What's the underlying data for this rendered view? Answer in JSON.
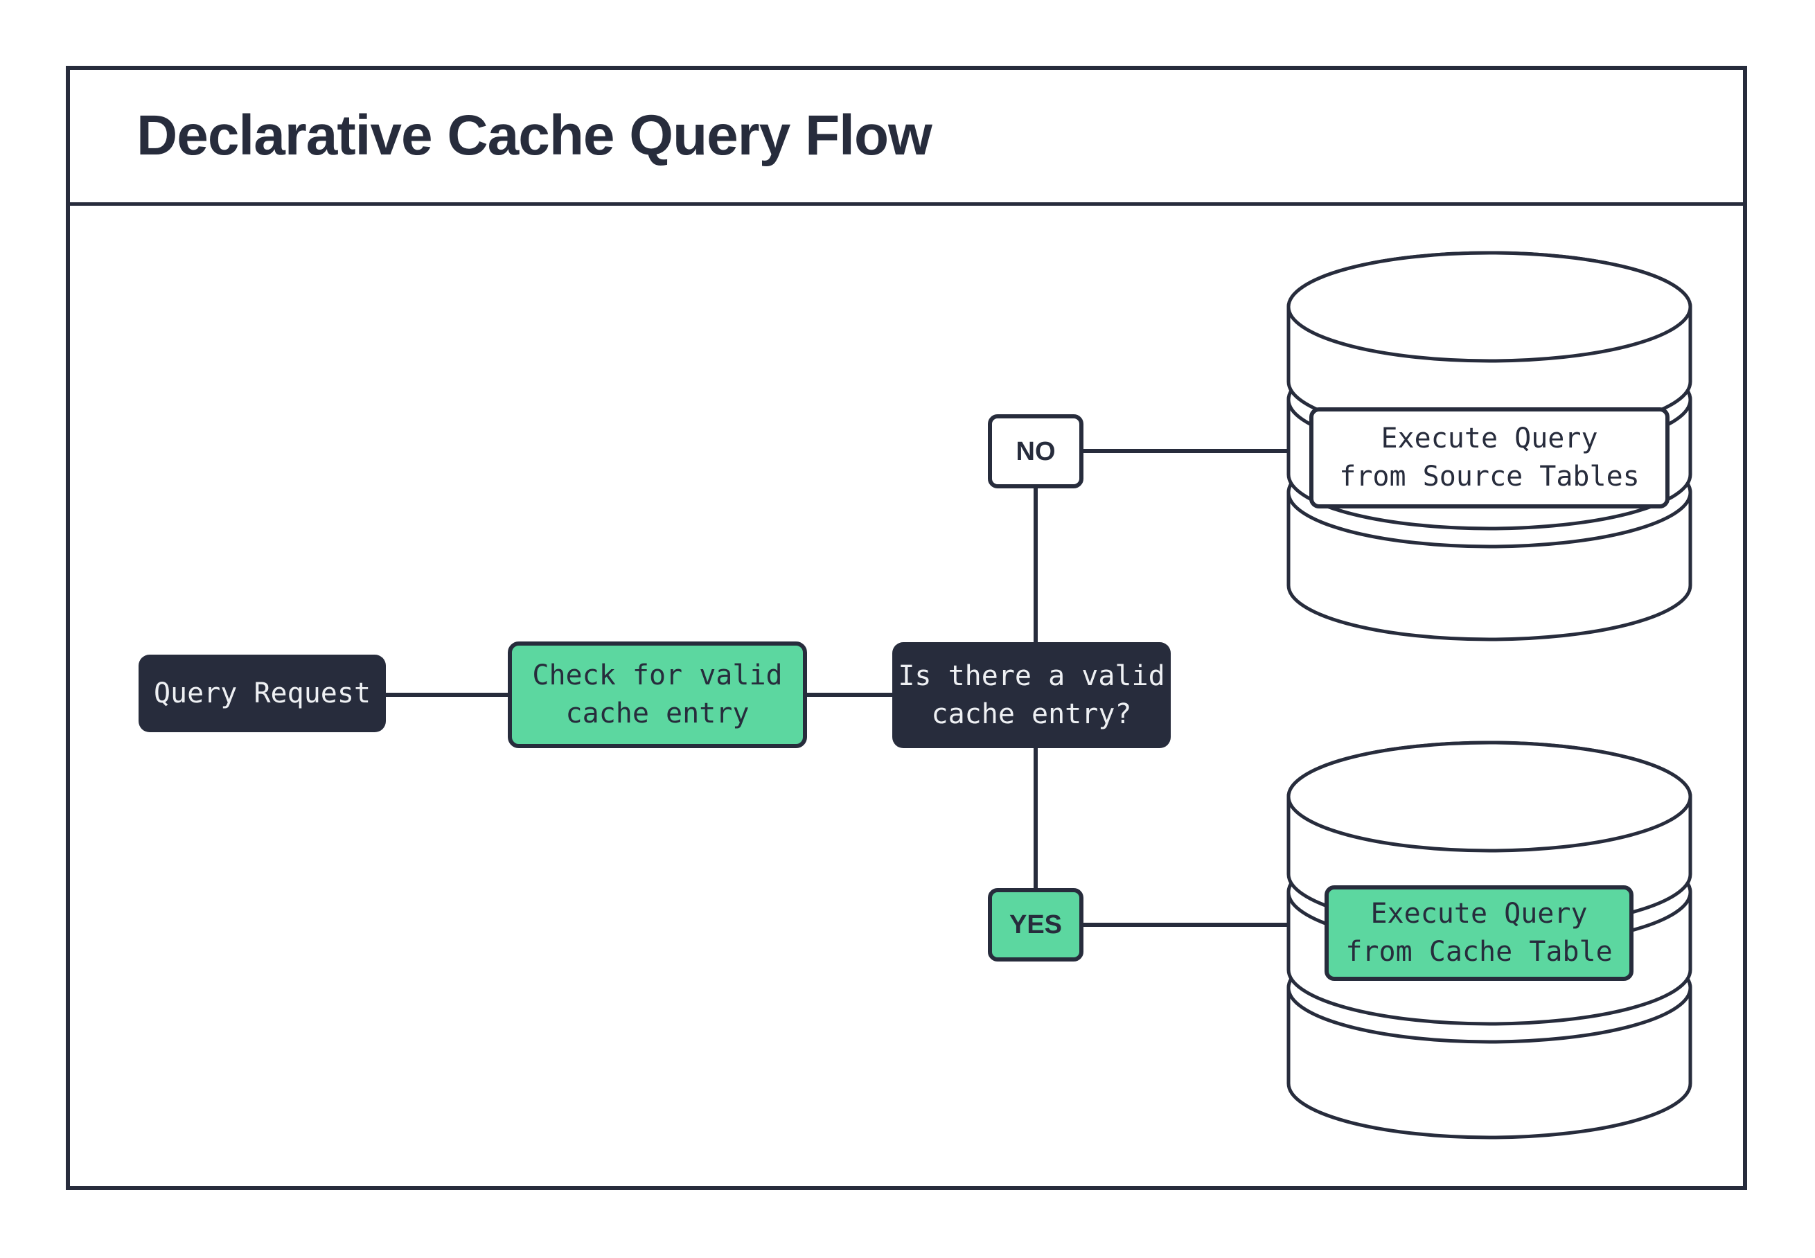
{
  "title": "Declarative Cache Query Flow",
  "colors": {
    "ink": "#272c3c",
    "accent_green": "#5cd7a0",
    "paper": "#ffffff",
    "light_text": "#eef0f3"
  },
  "nodes": {
    "query_request": {
      "label": "Query Request"
    },
    "check_cache": {
      "line1": "Check for valid",
      "line2": "cache entry"
    },
    "decision": {
      "line1": "Is there a valid",
      "line2": "cache entry?"
    },
    "branch_no": {
      "label": "NO"
    },
    "branch_yes": {
      "label": "YES"
    },
    "source_db": {
      "line1": "Execute Query",
      "line2": "from Source Tables"
    },
    "cache_db": {
      "line1": "Execute Query",
      "line2": "from Cache Table"
    }
  }
}
